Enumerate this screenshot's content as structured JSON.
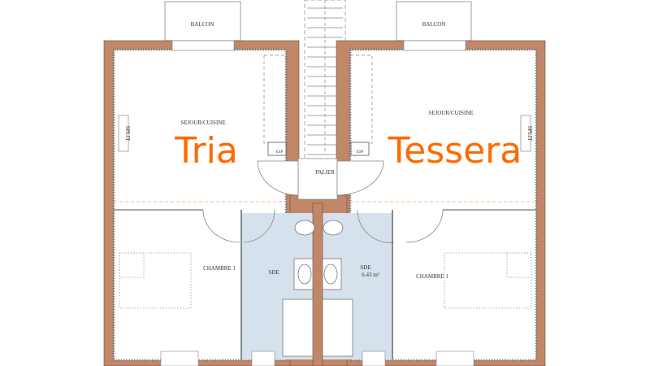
{
  "units": [
    {
      "name": "Tria",
      "balcony": "BALCON",
      "living": "SEJOUR/CUISINE",
      "split": "SPLIT",
      "storage": "ESP",
      "bedroom": "CHAMBRE 1",
      "bathroom": "SDE",
      "bathroom_area": ""
    },
    {
      "name": "Tessera",
      "balcony": "BALCON",
      "living": "SEJOUR/CUISINE",
      "split": "SPLIT",
      "storage": "ESP",
      "bedroom": "CHAMBRE 1",
      "bathroom": "SDE",
      "bathroom_area": "6.43 m²"
    }
  ],
  "landing": "PALIER",
  "colors": {
    "wall": "#c08769",
    "accent": "#ff6a00",
    "bathroom": "#d6e1ee"
  }
}
